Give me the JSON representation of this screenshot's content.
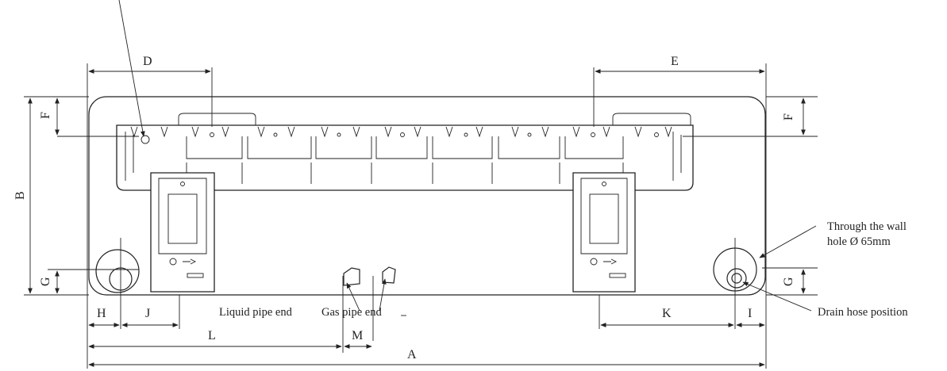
{
  "dimensions": {
    "A": "A",
    "B": "B",
    "D": "D",
    "E": "E",
    "F_left": "F",
    "F_right": "F",
    "G_left": "G",
    "G_right": "G",
    "H": "H",
    "I": "I",
    "J": "J",
    "K": "K",
    "L": "L",
    "M": "M"
  },
  "notes": {
    "wall_hole_line1": "Through the wall",
    "wall_hole_line2": "hole Ø 65mm",
    "drain_hose": "Drain hose position",
    "liquid_pipe": "Liquid pipe end",
    "gas_pipe": "Gas pipe end"
  },
  "colors": {
    "line": "#222222",
    "background": "#ffffff"
  }
}
